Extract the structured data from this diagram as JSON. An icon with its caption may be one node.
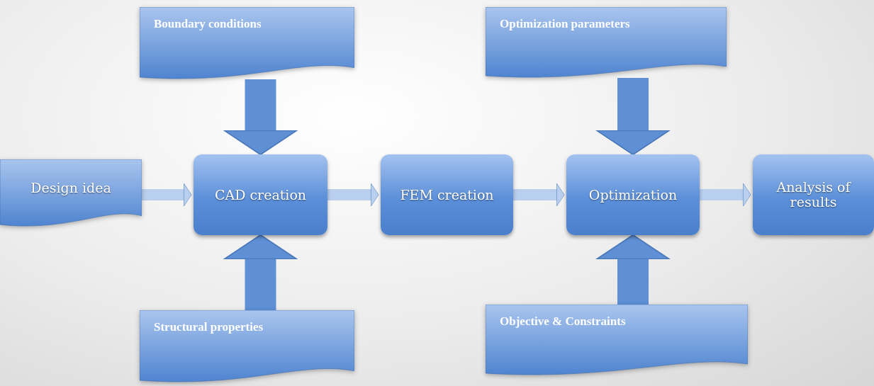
{
  "diagram": {
    "nodes": [
      {
        "text": [
          "Boundary conditions"
        ]
      },
      {
        "text": [
          "Optimization parameters"
        ]
      },
      {
        "text": [
          "Design idea"
        ]
      },
      {
        "text": [
          "CAD creation"
        ]
      },
      {
        "text": [
          "FEM creation"
        ]
      },
      {
        "text": [
          "Optimization"
        ]
      },
      {
        "text": [
          "Analysis of results"
        ]
      },
      {
        "text": [
          "Structural properties"
        ]
      },
      {
        "text": [
          "Objective & Constraints"
        ]
      }
    ],
    "edges": [
      {
        "from": 2,
        "to": 3,
        "arrow": "to"
      },
      {
        "from": 3,
        "to": 4,
        "arrow": "to"
      },
      {
        "from": 4,
        "to": 5,
        "arrow": "to"
      },
      {
        "from": 5,
        "to": 6,
        "arrow": "to"
      },
      {
        "from": 0,
        "to": 3,
        "arrow": "to",
        "style": "thick"
      },
      {
        "from": 7,
        "to": 3,
        "arrow": "to",
        "style": "thick"
      },
      {
        "from": 1,
        "to": 5,
        "arrow": "to",
        "style": "thick"
      },
      {
        "from": 8,
        "to": 5,
        "arrow": "to",
        "style": "thick"
      }
    ]
  }
}
